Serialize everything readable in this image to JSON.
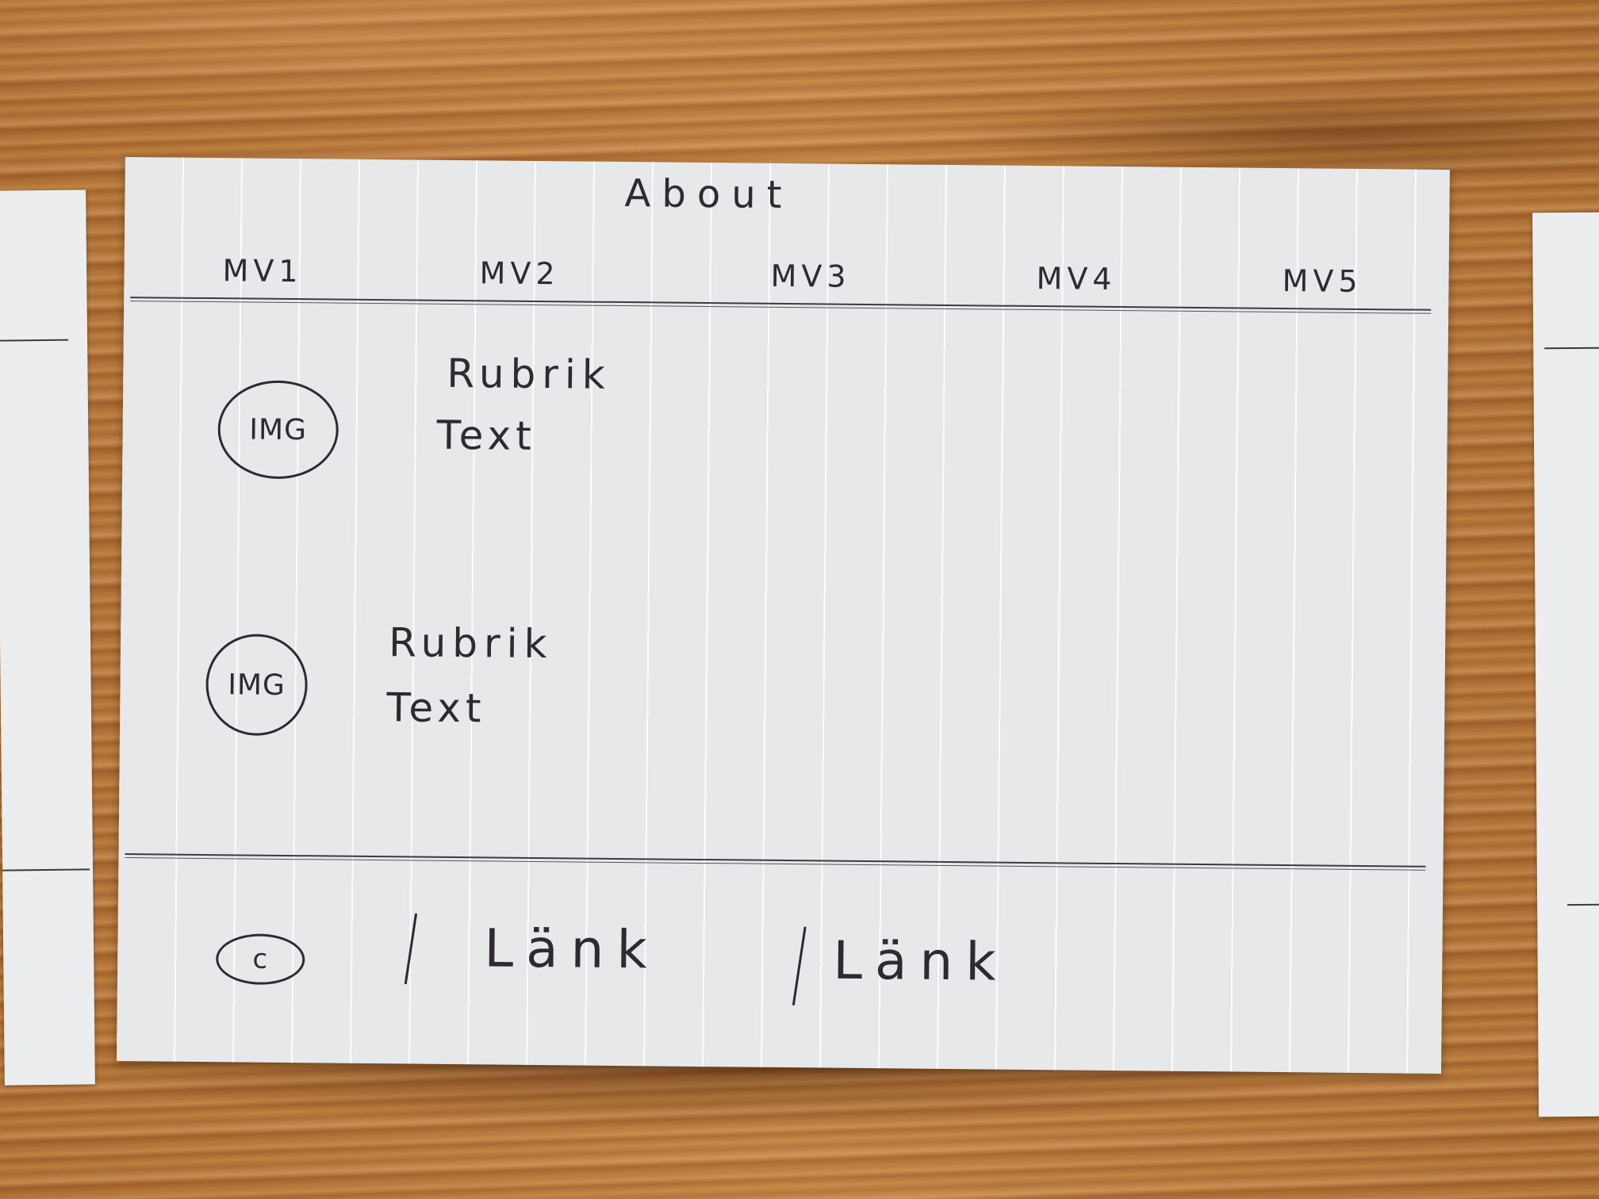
{
  "page": {
    "title": "About"
  },
  "nav": {
    "items": [
      "MV1",
      "MV2",
      "MV3",
      "MV4",
      "MV5"
    ]
  },
  "content": {
    "items": [
      {
        "image_label": "IMG",
        "heading": "Rubrik",
        "text": "Text"
      },
      {
        "image_label": "IMG",
        "heading": "Rubrik",
        "text": "Text"
      }
    ]
  },
  "footer": {
    "copyright_symbol": "c",
    "links": [
      "Länk",
      "Länk"
    ]
  },
  "colors": {
    "paper": "#e6e8ea",
    "ink": "#2b2b30",
    "table_wood": "#b8763a"
  },
  "icons": {
    "copyright": "copyright-icon"
  }
}
